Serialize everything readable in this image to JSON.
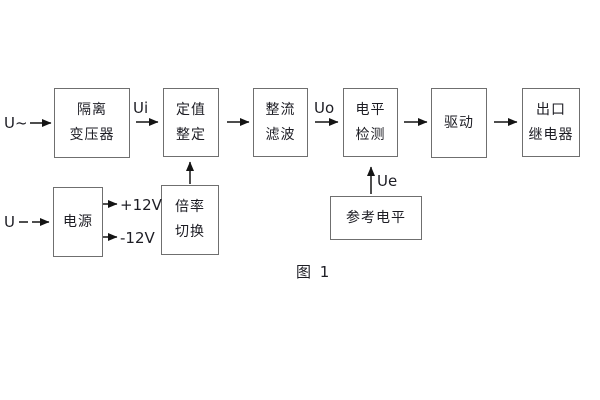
{
  "diagram": {
    "caption": "图 1",
    "inputs": {
      "ac_label": "U~",
      "dc_label": "U"
    },
    "signals": {
      "ui": "Ui",
      "uo": "Uo",
      "ue": "Ue"
    },
    "power_rails": {
      "positive": "+12V",
      "negative": "-12V"
    },
    "blocks": {
      "isolation_transformer": {
        "line1": "隔离",
        "line2": "变压器"
      },
      "setpoint_adjust": {
        "line1": "定值",
        "line2": "整定"
      },
      "rectifier_filter": {
        "line1": "整流",
        "line2": "滤波"
      },
      "level_detect": {
        "line1": "电平",
        "line2": "检测"
      },
      "drive": {
        "line1": "驱动"
      },
      "output_relay": {
        "line1": "出口",
        "line2": "继电器"
      },
      "power_supply": {
        "line1": "电源"
      },
      "ratio_switch": {
        "line1": "倍率",
        "line2": "切换"
      },
      "reference_level": {
        "line1": "参考电平"
      }
    },
    "colors": {
      "background": "#ffffff",
      "box_border": "#6f6f6f",
      "text": "#1d1d24",
      "connector": "#141414"
    }
  }
}
